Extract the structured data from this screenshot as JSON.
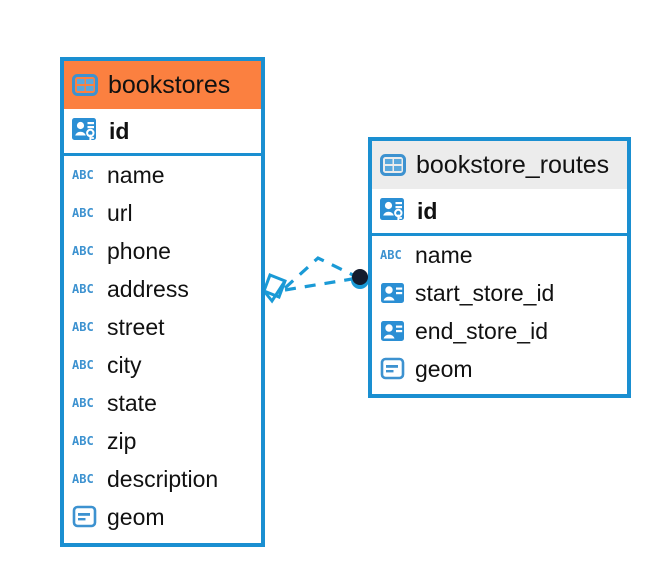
{
  "diagram": {
    "type": "er-diagram",
    "background": "#ffffff",
    "colors": {
      "border": "#1a8fd1",
      "accent_header": "#fb8040",
      "plain_header": "#ececec",
      "icon_blue": "#3d92d0",
      "icon_solid_blue": "#2b8fd4",
      "connector": "#1a9ad6",
      "connector_dot": "#111a2b",
      "text": "#111111"
    }
  },
  "entities": [
    {
      "name": "bookstores",
      "header_style": "accent",
      "table_icon": "table-icon",
      "key_field": {
        "label": "id",
        "icon": "primary-key-icon"
      },
      "fields": [
        {
          "label": "name",
          "icon": "abc-text-icon"
        },
        {
          "label": "url",
          "icon": "abc-text-icon"
        },
        {
          "label": "phone",
          "icon": "abc-text-icon"
        },
        {
          "label": "address",
          "icon": "abc-text-icon"
        },
        {
          "label": "street",
          "icon": "abc-text-icon"
        },
        {
          "label": "city",
          "icon": "abc-text-icon"
        },
        {
          "label": "state",
          "icon": "abc-text-icon"
        },
        {
          "label": "zip",
          "icon": "abc-text-icon"
        },
        {
          "label": "description",
          "icon": "abc-text-icon"
        },
        {
          "label": "geom",
          "icon": "geometry-icon"
        }
      ]
    },
    {
      "name": "bookstore_routes",
      "header_style": "plain",
      "table_icon": "table-icon",
      "key_field": {
        "label": "id",
        "icon": "primary-key-icon"
      },
      "fields": [
        {
          "label": "name",
          "icon": "abc-text-icon"
        },
        {
          "label": "start_store_id",
          "icon": "foreign-key-icon"
        },
        {
          "label": "end_store_id",
          "icon": "foreign-key-icon"
        },
        {
          "label": "geom",
          "icon": "geometry-icon"
        }
      ]
    }
  ],
  "relationship": {
    "from": "bookstores",
    "to": "bookstore_routes",
    "source_marker": "diamond-marker",
    "target_marker": "filled-circle-marker",
    "line_style": "dashed"
  }
}
